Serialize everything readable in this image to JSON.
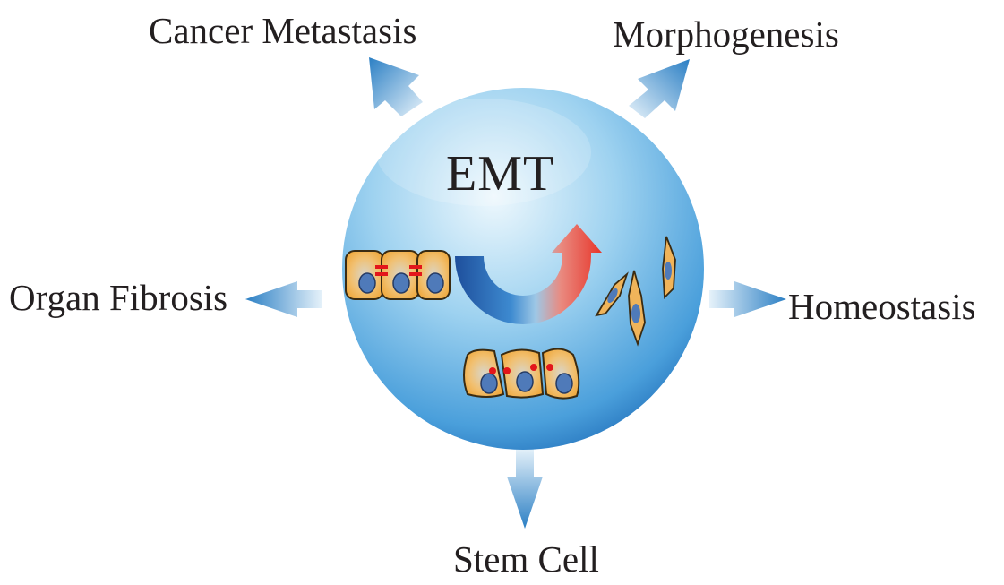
{
  "center": {
    "title": "EMT"
  },
  "outcomes": {
    "cancer_metastasis": "Cancer Metastasis",
    "morphogenesis": "Morphogenesis",
    "organ_fibrosis": "Organ Fibrosis",
    "homeostasis": "Homeostasis",
    "stem_cell": "Stem Cell"
  },
  "colors": {
    "sphere_highlight": "#dff1fb",
    "sphere_mid": "#7fc0e8",
    "sphere_edge": "#2f86c9",
    "arrow_light": "#cfe6f5",
    "arrow_dark": "#2b7fc4",
    "transition_blue": "#1e4f9c",
    "transition_light": "#5aaee0",
    "transition_red": "#e8352a",
    "cell_fill": "#f3b24e",
    "cell_outline": "#3a2b12",
    "nucleus": "#4f7ab9",
    "junction": "#e3161b",
    "text": "#231f20"
  }
}
